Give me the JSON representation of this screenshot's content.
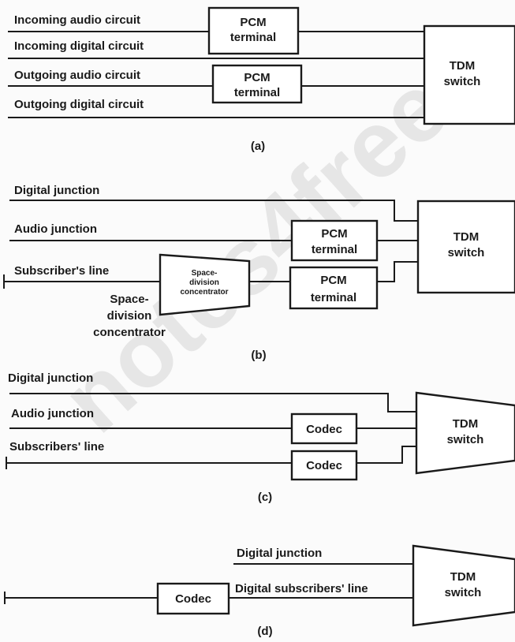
{
  "watermark": "notes4free",
  "diagram_a": {
    "lines": [
      "Incoming audio circuit",
      "Incoming digital circuit",
      "Outgoing audio circuit",
      "Outgoing digital circuit"
    ],
    "pcm1": [
      "PCM",
      "terminal"
    ],
    "pcm2": [
      "PCM",
      "terminal"
    ],
    "tdm": [
      "TDM",
      "switch"
    ],
    "caption": "(a)"
  },
  "diagram_b": {
    "digital_junction": "Digital junction",
    "audio_junction": "Audio junction",
    "subscriber_line": "Subscriber's line",
    "concentrator_box": [
      "Space-",
      "division",
      "concentrator"
    ],
    "concentrator_label": [
      "Space-",
      "division",
      "concentrator"
    ],
    "pcm1": [
      "PCM",
      "terminal"
    ],
    "pcm2": [
      "PCM",
      "terminal"
    ],
    "tdm": [
      "TDM",
      "switch"
    ],
    "caption": "(b)"
  },
  "diagram_c": {
    "digital_junction": "Digital junction",
    "audio_junction": "Audio junction",
    "subscribers_line": "Subscribers' line",
    "codec1": "Codec",
    "codec2": "Codec",
    "tdm": [
      "TDM",
      "switch"
    ],
    "caption": "(c)"
  },
  "diagram_d": {
    "digital_junction": "Digital junction",
    "digital_subscribers_line": "Digital subscribers' line",
    "codec": "Codec",
    "tdm": [
      "TDM",
      "switch"
    ],
    "caption": "(d)"
  }
}
